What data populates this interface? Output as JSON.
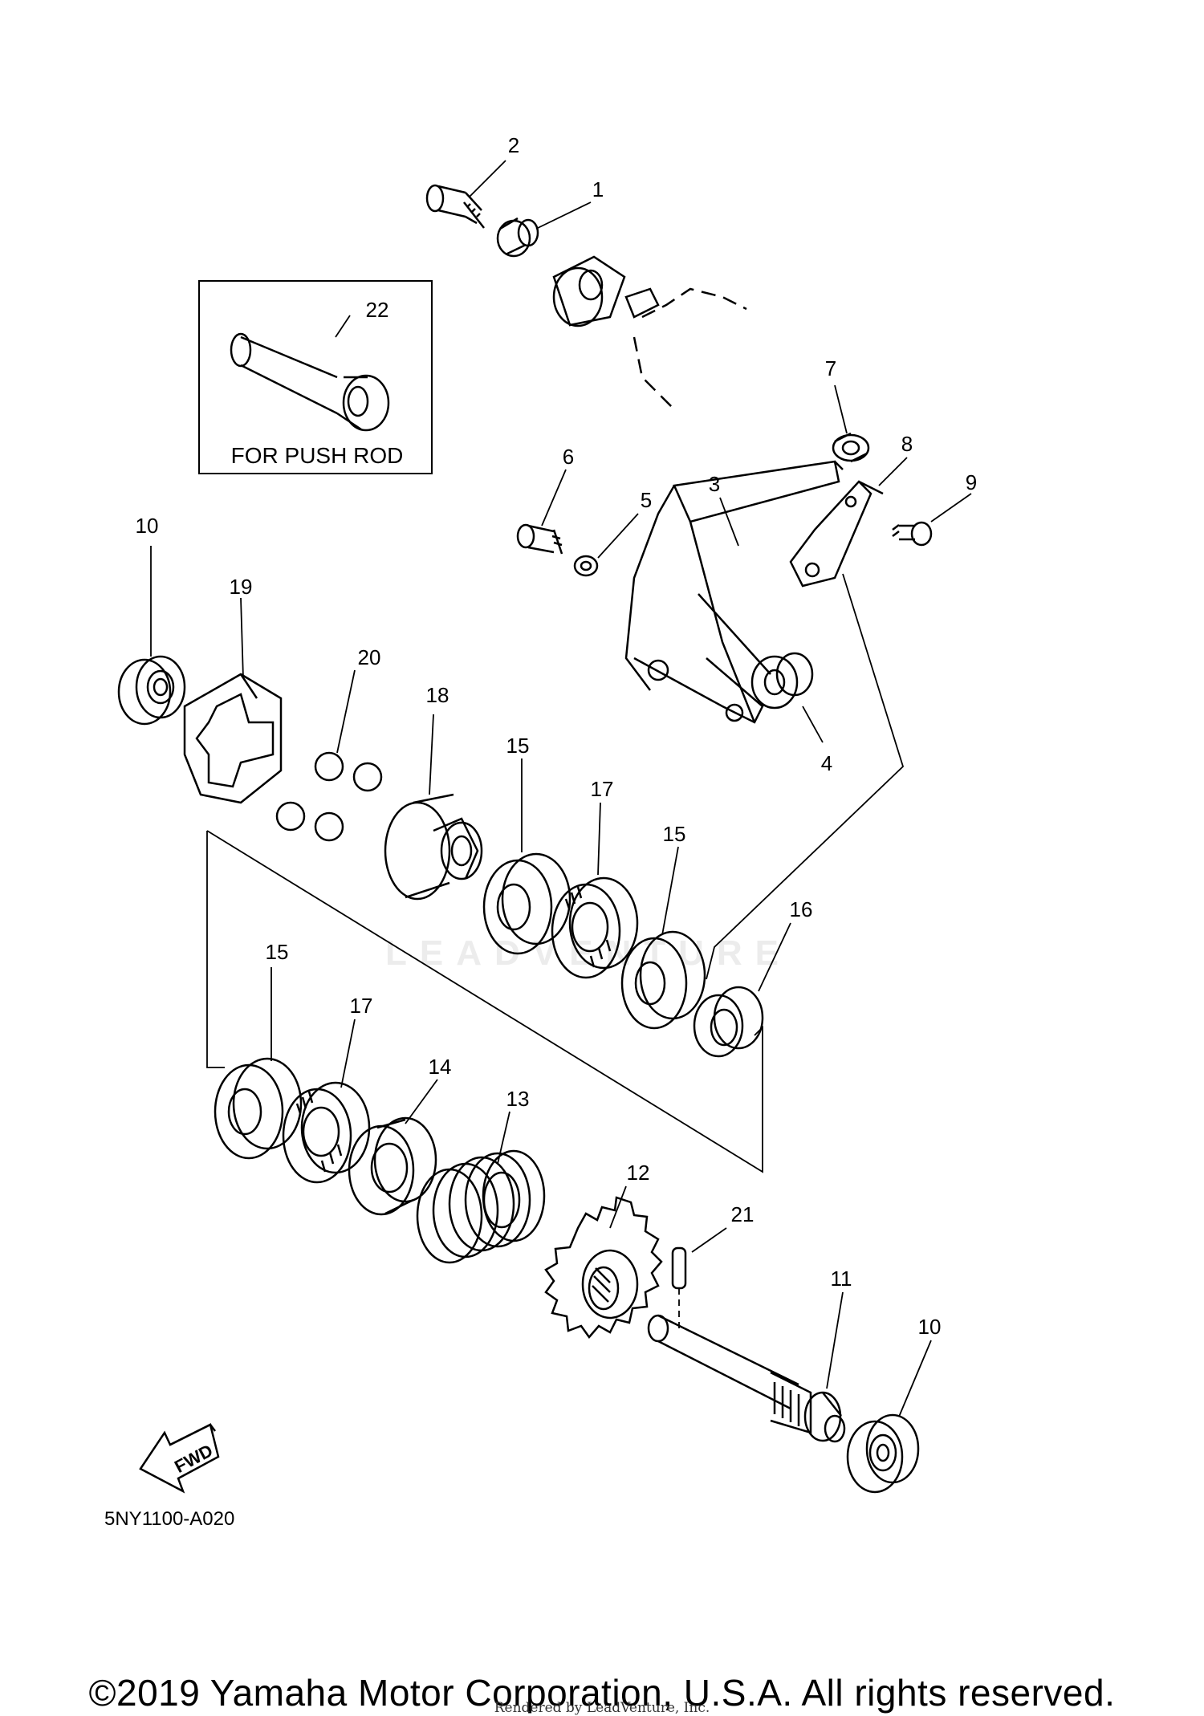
{
  "diagram_code": "5NY1100-A020",
  "box_caption": "FOR PUSH ROD",
  "fwd_label": "FWD",
  "copyright": "©2019 Yamaha Motor Corporation, U.S.A. All rights reserved.",
  "rendered_by": "Rendered by LeadVenture, Inc.",
  "watermark": "LEADVENTURE",
  "callouts": {
    "c1": "1",
    "c2": "2",
    "c3": "3",
    "c4": "4",
    "c5": "5",
    "c6": "6",
    "c7": "7",
    "c8": "8",
    "c9": "9",
    "c10a": "10",
    "c10b": "10",
    "c11": "11",
    "c12": "12",
    "c13": "13",
    "c14": "14",
    "c15a": "15",
    "c15b": "15",
    "c15c": "15",
    "c16": "16",
    "c17a": "17",
    "c17b": "17",
    "c18": "18",
    "c19": "19",
    "c20": "20",
    "c21": "21",
    "c22": "22"
  }
}
